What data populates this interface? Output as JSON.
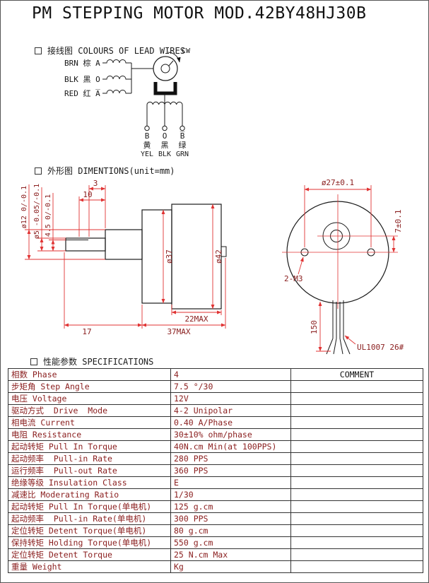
{
  "title": "PM STEPPING MOTOR MOD.42BY48HJ30B",
  "wiring": {
    "heading": "接线图 COLOURS OF LEAD WIRES",
    "cw": "CW",
    "leads": [
      {
        "label": "BRN 棕 A"
      },
      {
        "label": "BLK 黑 O"
      },
      {
        "label": "RED 红 A̅"
      }
    ],
    "terminals": [
      {
        "pin": "B",
        "cn": "黄",
        "en": "YEL"
      },
      {
        "pin": "O",
        "cn": "黑",
        "en": "BLK"
      },
      {
        "pin": "B̅",
        "cn": "绿",
        "en": "GRN"
      }
    ]
  },
  "dimensions": {
    "heading": "外形图 DIMENTIONS(unit=mm)",
    "side_view": {
      "dim3": "3",
      "dim10": "10",
      "dia12": "ø12 0/-0.1",
      "dia5": "ø5 -0.05/-0.1",
      "dim45": "4.5 0/-0.1",
      "dia37": "ø37",
      "dia42": "ø42",
      "dim22max": "22MAX",
      "dim17": "17",
      "dim37max": "37MAX"
    },
    "front_view": {
      "dia27": "ø27±0.1",
      "dim7": "7±0.1",
      "holes": "2-M3",
      "dim150": "150",
      "wire_spec": "UL1007 26#"
    }
  },
  "specs": {
    "heading": "性能参数 SPECIFICATIONS",
    "comment_header": "COMMENT",
    "rows": [
      {
        "param": "相数 Phase",
        "value": "4"
      },
      {
        "param": "步矩角 Step Angle",
        "value": "7.5 °/30"
      },
      {
        "param": "电压 Voltage",
        "value": "12V"
      },
      {
        "param": "驱动方式  Drive  Mode",
        "value": "4-2 Unipolar"
      },
      {
        "param": "相电流 Current",
        "value": "0.40 A/Phase"
      },
      {
        "param": "电阻 Resistance",
        "value": "30±10% ohm/phase"
      },
      {
        "param": "起动转矩 Pull In Torque",
        "value": "40N.cm Min(at 100PPS)"
      },
      {
        "param": "起动频率  Pull-in Rate",
        "value": "280 PPS"
      },
      {
        "param": "运行频率  Pull-out Rate",
        "value": "360 PPS"
      },
      {
        "param": "绝缘等级 Insulation Class",
        "value": "E"
      },
      {
        "param": "减速比 Moderating Ratio",
        "value": "1/30"
      },
      {
        "param": "起动转矩 Pull In Torque(单电机)",
        "value": "125 g.cm"
      },
      {
        "param": "起动频率  Pull-in Rate(单电机)",
        "value": "300 PPS"
      },
      {
        "param": "定位转矩 Detent Torque(单电机)",
        "value": "80 g.cm"
      },
      {
        "param": "保持转矩 Holding Torque(单电机)",
        "value": "550 g.cm"
      },
      {
        "param": "定位转矩 Detent Torque",
        "value": "25 N.cm Max"
      },
      {
        "param": "重量 Weight",
        "value": "Kg"
      }
    ]
  }
}
